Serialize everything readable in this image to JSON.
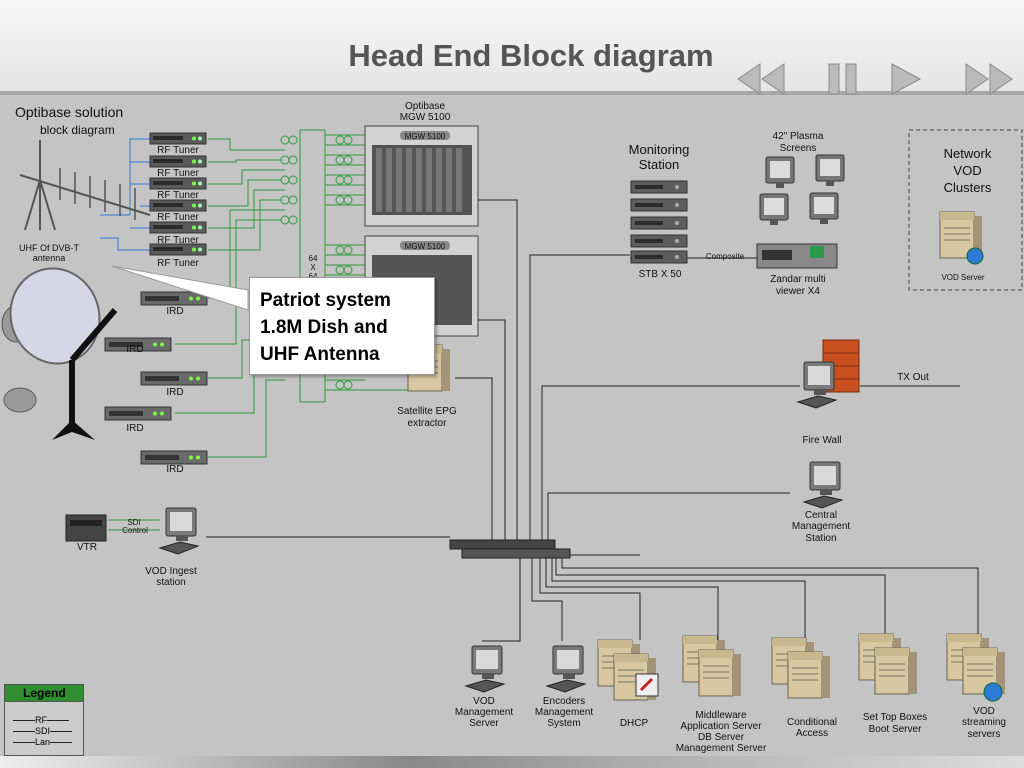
{
  "title": "Head End Block diagram",
  "nav": {
    "rewind": "rewind-icon",
    "pause": "pause-icon",
    "play": "play-icon",
    "forward": "fast-forward-icon"
  },
  "optibase": {
    "title": "Optibase solution",
    "subtitle": "block diagram"
  },
  "antenna_label": "UHF Of DVB-T antenna",
  "rf_tuner": [
    "RF Tuner",
    "RF Tuner",
    "RF Tuner",
    "RF Tuner",
    "RF Tuner",
    "RF Tuner"
  ],
  "ird": [
    "IRD",
    "IRD",
    "IRD",
    "IRD",
    "IRD"
  ],
  "mgw": {
    "name": "Optibase",
    "model": "MGW 5100",
    "unit1": "MGW 5100",
    "unit2": "MGW 5100"
  },
  "matrix": "64 X 64",
  "callout": [
    "Patriot system",
    "1.8M Dish and",
    "UHF Antenna"
  ],
  "epg": [
    "Satellite EPG",
    "extractor"
  ],
  "monitoring": [
    "Monitoring",
    "Station"
  ],
  "stb": "STB X 50",
  "composite": "Composite",
  "plasma": [
    "42\" Plasma",
    "Screens"
  ],
  "zandar": [
    "Zandar multi",
    "viewer X4"
  ],
  "network_vod": [
    "Network",
    "VOD",
    "Clusters"
  ],
  "vod_server": "VOD Server",
  "firewall": "Fire Wall",
  "tx_out": "TX Out",
  "central": [
    "Central",
    "Management",
    "Station"
  ],
  "vtr": "VTR",
  "sdi": "SDI",
  "control": "Control",
  "vod_ingest": [
    "VOD Ingest",
    "station"
  ],
  "bottom": {
    "vod_mgmt": [
      "VOD",
      "Management",
      "Server"
    ],
    "encoders": [
      "Encoders",
      "Management",
      "System"
    ],
    "dhcp": [
      "DHCP"
    ],
    "middleware": [
      "Middleware",
      "Application Server",
      "DB Server",
      "Management Server"
    ],
    "ca": [
      "Conditional",
      "Access"
    ],
    "stb_boot": [
      "Set Top Boxes",
      "Boot Server"
    ],
    "vod_stream": [
      "VOD",
      "streaming",
      "servers"
    ]
  },
  "legend": {
    "title": "Legend",
    "rf": "RF",
    "sdi": "SDI",
    "lan": "Lan"
  },
  "colors": {
    "rf": "#2e7bd6",
    "sdi": "#2e9a3a",
    "lan": "#222222",
    "title": "#555555"
  }
}
